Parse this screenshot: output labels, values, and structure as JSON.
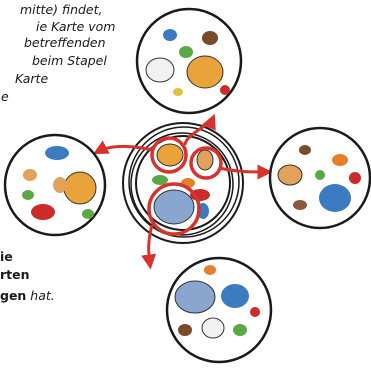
{
  "text_top": [
    "mitte) findet,",
    "ie Karte vom",
    "betreffenden",
    "beim Stapel",
    "Karte",
    "e"
  ],
  "text_bottom": {
    "line1": "ie",
    "line2": "rten",
    "line3_bold": "gen",
    "line3_rest": " hat."
  },
  "colors": {
    "arrow": "#d7322b",
    "outline": "#1a1a1a",
    "card_fill": "#ffffff"
  },
  "icons": [
    "center-card-illustration",
    "top-card-illustration",
    "left-card-illustration",
    "right-card-illustration",
    "bottom-card-illustration"
  ]
}
